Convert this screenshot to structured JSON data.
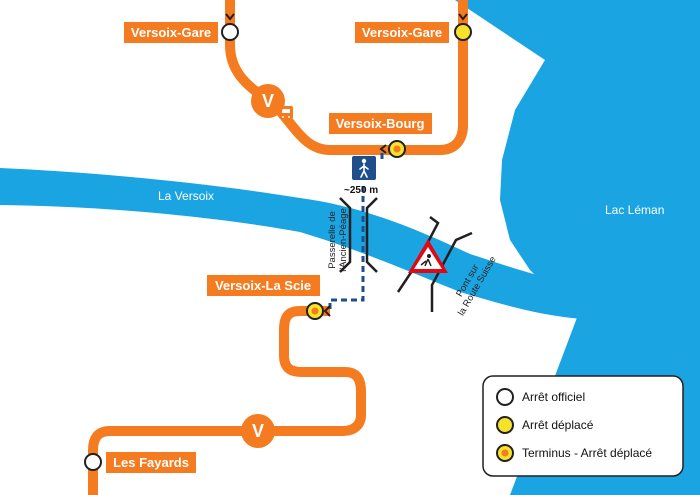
{
  "colors": {
    "lake": "#1ba4e2",
    "route": "#f47b20",
    "walkway": "#1f4e8c",
    "stop_official": "#ffffff",
    "stop_moved": "#f7e22b",
    "terminus_outer": "#f7e22b",
    "terminus_inner": "#f47b20",
    "hazard": "#e30613",
    "outline": "#231f20"
  },
  "water": {
    "river": "La Versoix",
    "lake": "Lac Léman"
  },
  "stops": {
    "versoix_gare_left": "Versoix-Gare",
    "versoix_gare_right": "Versoix-Gare",
    "versoix_bourg": "Versoix-Bourg",
    "versoix_la_scie": "Versoix-La Scie",
    "les_fayards": "Les Fayards"
  },
  "line": {
    "letter": "V"
  },
  "walkway": {
    "distance": "~250 m",
    "icon": "pedestrian-icon"
  },
  "bridges": {
    "footbridge": [
      "Passerelle de",
      "l'Ancien-Péage"
    ],
    "road_bridge": [
      "Pont sur",
      "la Route Suisse"
    ]
  },
  "icons": {
    "bus": "bus-icon",
    "roadworks": "roadworks-warning-icon"
  },
  "legend": {
    "items": [
      {
        "label": "Arrêt officiel",
        "symbol": "official"
      },
      {
        "label": "Arrêt déplacé",
        "symbol": "moved"
      },
      {
        "label": "Terminus - Arrêt déplacé",
        "symbol": "terminus"
      }
    ]
  }
}
